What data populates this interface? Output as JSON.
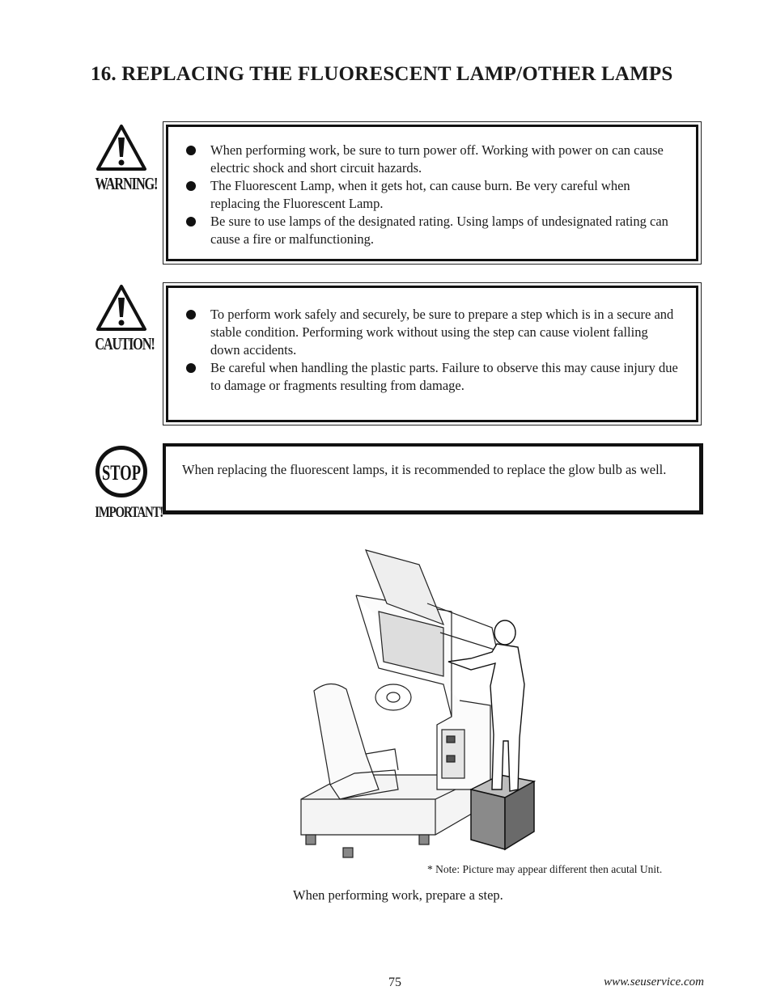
{
  "page": {
    "title": "16.  REPLACING THE FLUORESCENT LAMP/OTHER LAMPS",
    "page_number": "75",
    "website": "www.seuservice.com"
  },
  "warning": {
    "label": "WARNING!",
    "icon": "warning-triangle-icon",
    "items": [
      "When performing work, be sure to turn power off.  Working with power on can cause electric shock and short circuit hazards.",
      "The Fluorescent Lamp, when it gets hot, can cause burn.  Be very careful when replacing the Fluorescent Lamp.",
      "Be sure to use lamps of the designated rating.  Using lamps of undesignated rating can cause a fire or malfunctioning."
    ]
  },
  "caution": {
    "label": "CAUTION!",
    "icon": "caution-triangle-icon",
    "items": [
      "To perform work safely and securely, be sure to prepare a step which is in a secure and stable condition.  Performing work without using the step can cause violent falling down accidents.",
      "Be careful when handling the plastic parts.  Failure to observe this may cause injury due to damage or fragments resulting from damage."
    ]
  },
  "important": {
    "stop_text": "STOP",
    "label": "IMPORTANT!",
    "icon": "stop-sign-icon",
    "text": "When replacing the fluorescent lamps, it is recommended to replace the glow bulb as well."
  },
  "figure": {
    "note": "* Note: Picture may appear different then acutal Unit.",
    "caption": "When performing work, prepare a step."
  }
}
